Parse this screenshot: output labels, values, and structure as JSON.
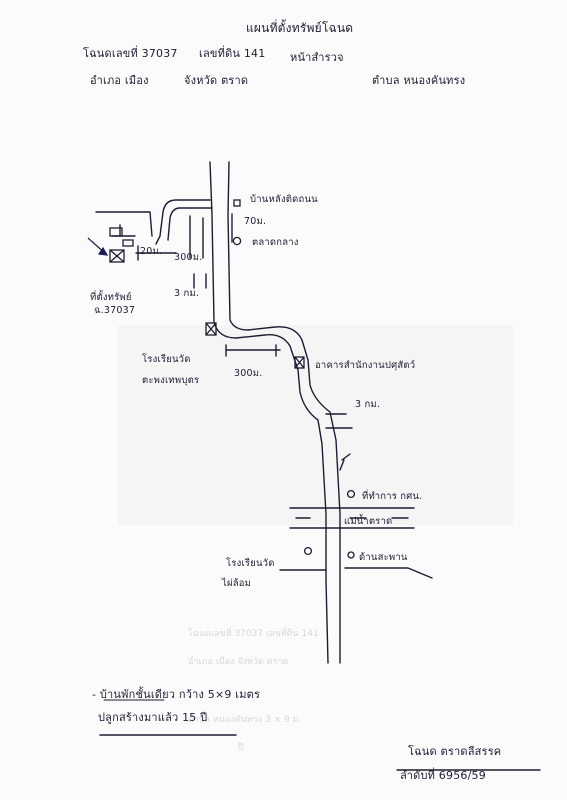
{
  "header": {
    "title": "แผนที่ตั้งทรัพย์โฉนด",
    "deed_label": "โฉนดเลขที่ 37037",
    "parcel_label": "เลขที่ดิน 141",
    "survey_label": "หน้าสำรวจ",
    "district_label": "อำเภอ เมือง",
    "province_label": "จังหวัด ตราด",
    "subdistrict_label": "ตำบล หนองคันทรง"
  },
  "map": {
    "landmark_top": "บ้านหลังติดถนน",
    "dist_70": "70ม.",
    "landmark_market": "ตลาดกลาง",
    "dist_300_left": "300ม.",
    "dist_3km": "3 กม.",
    "dist_20": "20ม.",
    "subject_label_1": "ที่ตั้งทรัพย์",
    "subject_label_2": "ฉ.37037",
    "school_label_1": "โรงเรียนวัด",
    "school_label_2": "ตะพงเทพบุตร",
    "dist_300_center": "300ม.",
    "building_label": "อาคารสำนักงานปศุสัตว์",
    "dist_3km_right": "3 กม.",
    "office_label": "ที่ทำการ กศน.",
    "river_label": "แม่น้ำตราด",
    "bridge_label": "ด้านสะพาน",
    "school2_label_1": "โรงเรียนวัด",
    "school2_label_2": "ไผ่ล้อม"
  },
  "notes": {
    "line1": "- บ้านพักชั้นเดียว กว้าง 5×9 เมตร",
    "line2": "ปลูกสร้างมาแล้ว 15 ปี"
  },
  "signature": {
    "line1": "โฉนด ตราดลีสรรค",
    "line2": "ลำดับที่ 6956/59"
  },
  "bleed_through": {
    "line1": "โฉนดเลขที่ 37037  เลขที่ดิน 141",
    "line2": "อำเภอ เมือง  จังหวัด ตราด",
    "line3": "ตำบล หนองคันทรง  3 × 9 ม.",
    "line4": "ปี"
  },
  "colors": {
    "ink": "#1d1d33",
    "paper": "#fbfbfb",
    "bleed": "#b9b9cc"
  }
}
